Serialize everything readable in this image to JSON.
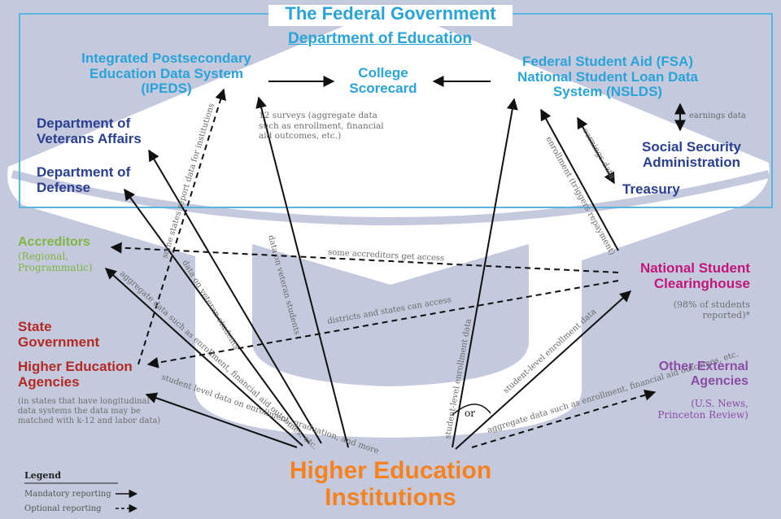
{
  "title": "The Federal Government",
  "subtitle": "Department of Education",
  "nodes": {
    "ipeds": "Integrated Postsecondary Education Data System (IPEDS)",
    "scorecard": "College Scorecard",
    "fsa": "Federal Student Aid (FSA) National Student Loan Data System (NSLDS)",
    "va": "Department of Veterans Affairs",
    "dod": "Department of Defense",
    "ssa": "Social Security Administration",
    "treasury": "Treasury",
    "accreditors": "Accreditors",
    "accreditors_sub": "(Regional, Programmatic)",
    "nsc": "National Student Clearinghouse",
    "nsc_sub": "(98% of students reported)*",
    "state_gov": "State Government",
    "state_hea": "Higher Education Agencies",
    "state_sub": "(in states that have longitudinal data systems the data may be matched with k-12 and labor data)",
    "other": "Other External Agencies",
    "other_sub": "(U.S. News, Princeton Review)",
    "hei": "Higher Education Institutions"
  },
  "edges": {
    "surveys": "12 surveys (aggregate data such as enrollment, financial aid outcomes, etc.)",
    "earnings_ssa": "earnings data",
    "earnings_treasury": "earnings data",
    "enrollment_fsa": "enrollment (triggers repayment)",
    "states_ipeds": "some states report data for institutions",
    "veteran_va": "data on veteran students",
    "veteran_dod": "data on veteran students",
    "accreditors_access": "some accreditors get access",
    "districts_access": "districts and states can access",
    "aggregate_state": "aggregate data such as enrollment, financial aid outcomes, etc.",
    "student_state": "student level data on enrollment, graduation, and more",
    "student_fsa": "student-level enrollment data",
    "student_nsc": "student-level enrollment data",
    "aggregate_other": "aggregate data such as enrollment, financial aid outcomes, etc.",
    "or": "or"
  },
  "legend": {
    "title": "Legend",
    "mandatory": "Mandatory reporting",
    "optional": "Optional reporting"
  },
  "colors": {
    "background": "#c5c9dd",
    "cap": "#ffffff",
    "federal_box": "#5ab4de",
    "federal_blue": "#2aa3d8",
    "agency_blue": "#2a3f8f",
    "state_red": "#b22a25",
    "accreditor_green": "#7fb541",
    "nsc_magenta": "#c0167a",
    "other_purple": "#8a4da4",
    "hei_orange": "#f5821f",
    "arrow": "#111111"
  }
}
